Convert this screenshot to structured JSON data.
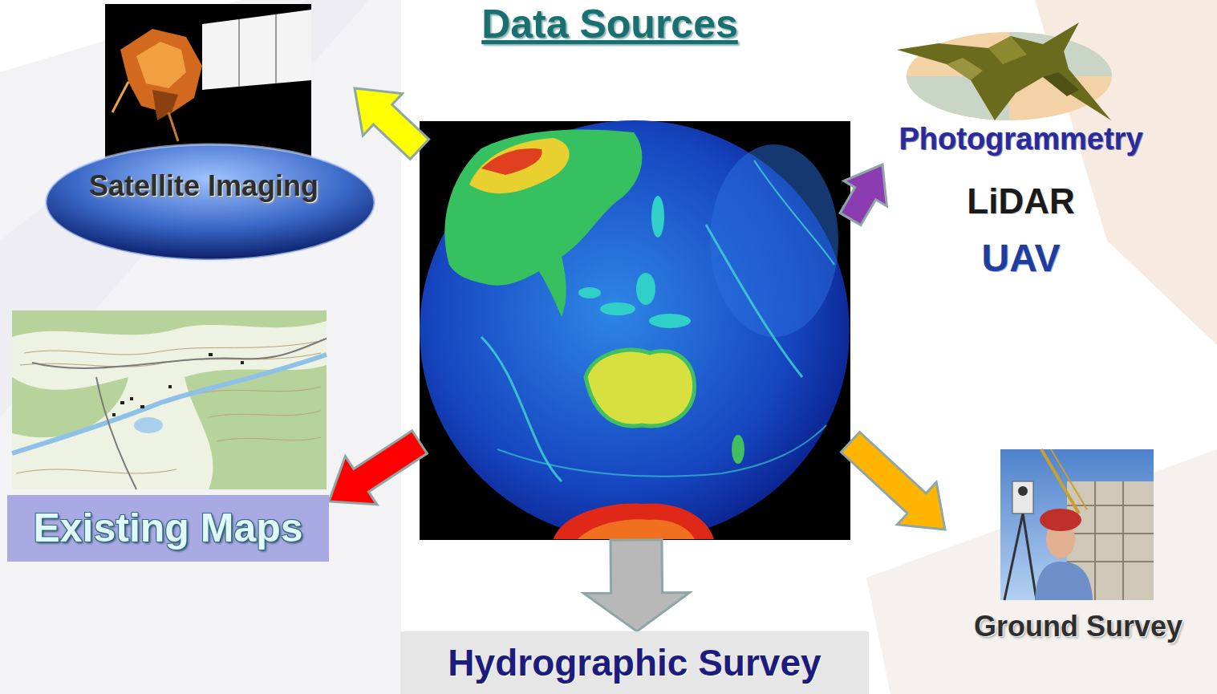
{
  "diagram": {
    "title": "Data Sources",
    "nodes": [
      {
        "text": [
          "Satellite Imaging"
        ]
      },
      {
        "text": [
          "Photogrammetry",
          "LiDAR",
          "UAV"
        ]
      },
      {
        "text": []
      },
      {
        "text": [
          "Existing Maps"
        ]
      },
      {
        "text": [
          "Ground Survey"
        ]
      },
      {
        "text": [
          "Hydrographic Survey"
        ]
      }
    ],
    "edges": [
      {
        "from": 2,
        "to": 0,
        "arrow": "to"
      },
      {
        "from": 2,
        "to": 1,
        "arrow": "to"
      },
      {
        "from": 2,
        "to": 3,
        "arrow": "to"
      },
      {
        "from": 2,
        "to": 4,
        "arrow": "to"
      },
      {
        "from": 2,
        "to": 5,
        "arrow": "to"
      }
    ]
  }
}
